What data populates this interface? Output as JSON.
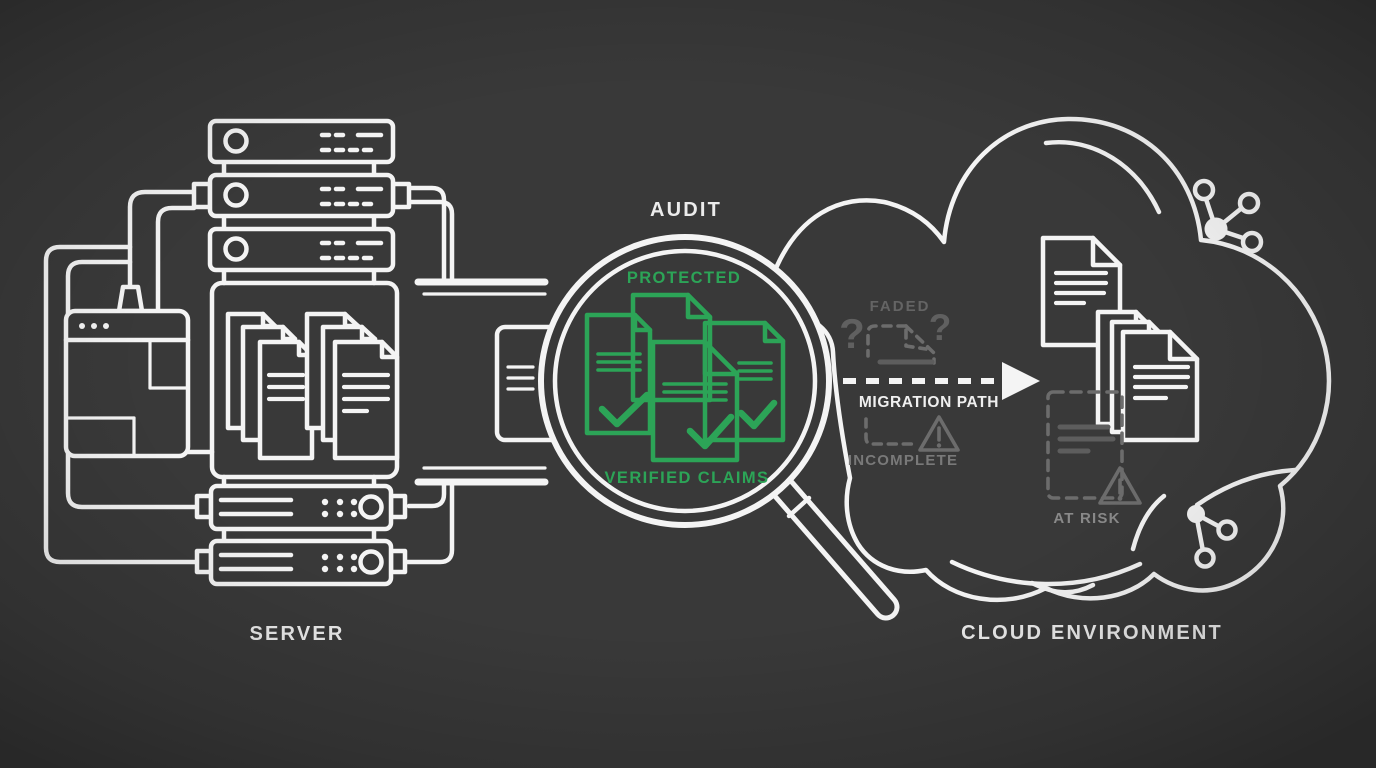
{
  "colors": {
    "background": "#393939",
    "line_white": "#f4f4f4",
    "accent_green": "#2ca457",
    "muted_gray": "#6c6c6c",
    "faded_text_gray": "#646464",
    "incomplete_text_gray": "#797979",
    "at_risk_text_gray": "#898989"
  },
  "server_section": {
    "label": "SERVER",
    "icons": [
      "server-rack-icon",
      "browser-window-icon",
      "plug-icon",
      "document-stack-icon",
      "cable-icon"
    ]
  },
  "audit_section": {
    "label": "AUDIT",
    "protected_label": "PROTECTED",
    "verified_label": "VERIFIED CLAIMS",
    "icons": [
      "magnifier-icon",
      "verified-document-icon",
      "checkmark-icon"
    ]
  },
  "migration": {
    "label": "MIGRATION PATH",
    "icons": [
      "dashed-arrow-right-icon"
    ]
  },
  "cloud_section": {
    "label": "CLOUD ENVIRONMENT",
    "faded_label": "FADED",
    "incomplete_label": "INCOMPLETE",
    "at_risk_label": "AT RISK",
    "question_mark": "?",
    "icons": [
      "cloud-icon",
      "network-node-icon",
      "document-icon",
      "document-stack-icon",
      "dashed-document-icon",
      "warning-triangle-icon",
      "question-mark-icon"
    ]
  }
}
